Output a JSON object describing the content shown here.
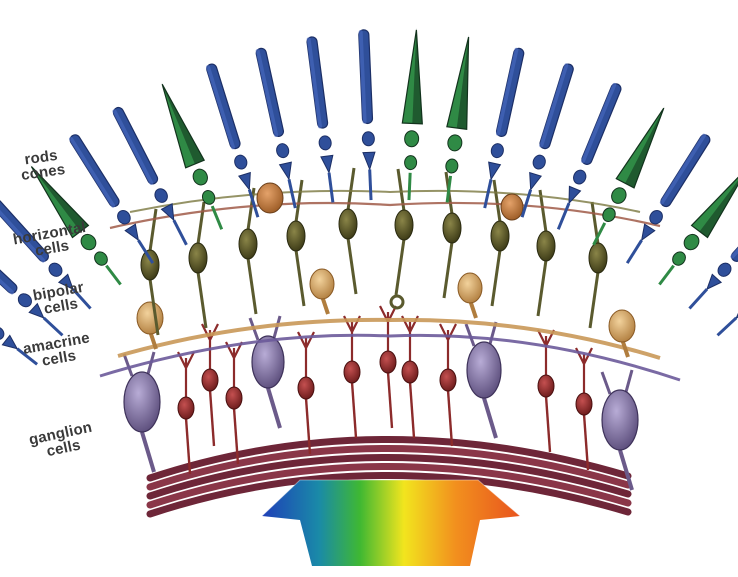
{
  "labels": {
    "rods_cones": [
      "rods",
      "cones"
    ],
    "horizontal": [
      "horizontal",
      "cells"
    ],
    "bipolar": [
      "bipolar",
      "cells"
    ],
    "amacrine": [
      "amacrine",
      "cells"
    ],
    "ganglion": [
      "ganglion",
      "cells"
    ]
  },
  "colors": {
    "rod": "#2f4f9a",
    "rod_dark": "#1c2f66",
    "cone": "#2f8a45",
    "cone_dark": "#13331d",
    "horizontal_cell": "#c0824a",
    "bipolar_cell": "#55522a",
    "amacrine_cell": "#d8ad6b",
    "ganglion_cell": "#7a6c99",
    "small_ganglion": "#8c2b2b",
    "nerve_fiber": "#6e2638"
  },
  "spectrum": [
    "#1e3fb8",
    "#1aa08c",
    "#3fb832",
    "#f2e51e",
    "#f2901e",
    "#e8541e"
  ]
}
